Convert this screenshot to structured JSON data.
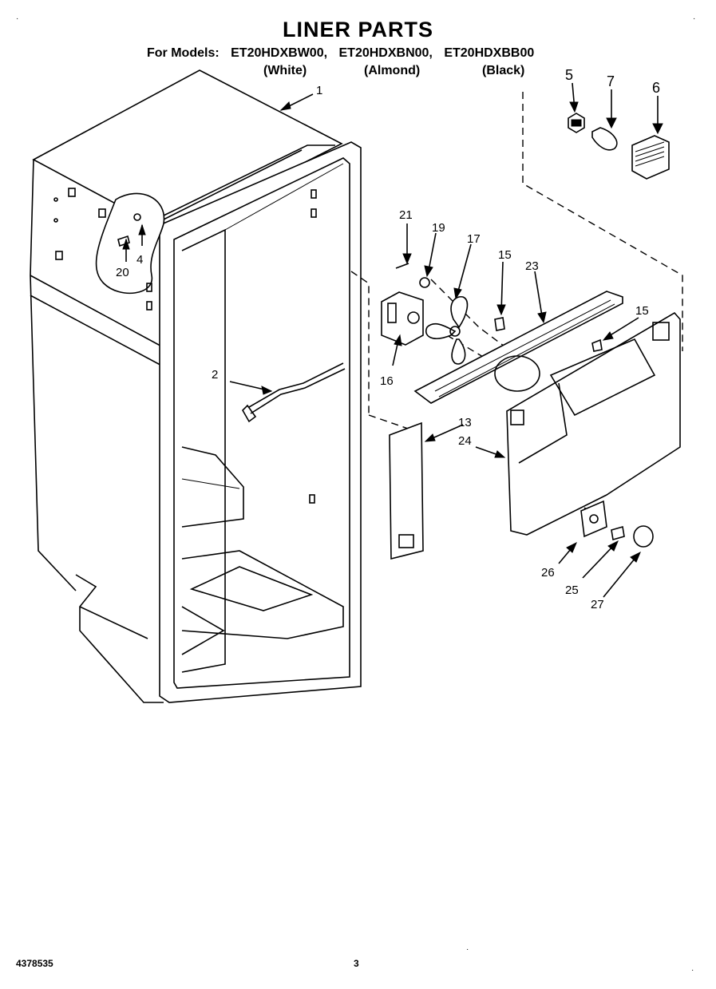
{
  "header": {
    "title": "LINER PARTS",
    "models_prefix": "For Models:",
    "models": [
      "ET20HDXBW00,",
      "ET20HDXBN00,",
      "ET20HDXBB00"
    ],
    "variants": [
      "(White)",
      "(Almond)",
      "(Black)"
    ]
  },
  "callouts": [
    {
      "id": "c1",
      "label": "1"
    },
    {
      "id": "c2",
      "label": "2"
    },
    {
      "id": "c4",
      "label": "4"
    },
    {
      "id": "c5",
      "label": "5"
    },
    {
      "id": "c6",
      "label": "6"
    },
    {
      "id": "c7",
      "label": "7"
    },
    {
      "id": "c13",
      "label": "13"
    },
    {
      "id": "c15a",
      "label": "15"
    },
    {
      "id": "c15b",
      "label": "15"
    },
    {
      "id": "c16",
      "label": "16"
    },
    {
      "id": "c17",
      "label": "17"
    },
    {
      "id": "c19",
      "label": "19"
    },
    {
      "id": "c20",
      "label": "20"
    },
    {
      "id": "c21",
      "label": "21"
    },
    {
      "id": "c23",
      "label": "23"
    },
    {
      "id": "c24",
      "label": "24"
    },
    {
      "id": "c25",
      "label": "25"
    },
    {
      "id": "c26",
      "label": "26"
    },
    {
      "id": "c27",
      "label": "27"
    }
  ],
  "footer": {
    "doc_number": "4378535",
    "page_number": "3"
  }
}
